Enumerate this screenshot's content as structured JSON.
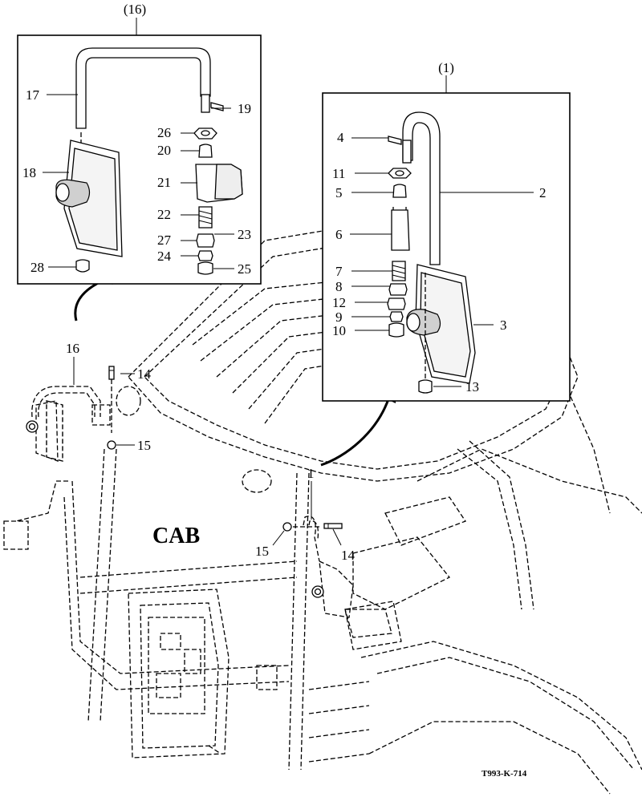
{
  "cab_label": "CAB",
  "drawing_code": "T993-K-714",
  "detail_left": {
    "ref": "(16)",
    "callouts": [
      "17",
      "18",
      "19",
      "20",
      "21",
      "22",
      "23",
      "24",
      "25",
      "26",
      "27",
      "28"
    ]
  },
  "detail_right": {
    "ref": "(1)",
    "callouts": [
      "2",
      "3",
      "4",
      "5",
      "6",
      "7",
      "8",
      "9",
      "10",
      "11",
      "12",
      "13"
    ]
  },
  "main_callouts": {
    "left_assembly": "16",
    "left_bolt": "14",
    "left_nut": "15",
    "right_assembly": "1",
    "right_nut": "15",
    "right_bolt": "14"
  }
}
